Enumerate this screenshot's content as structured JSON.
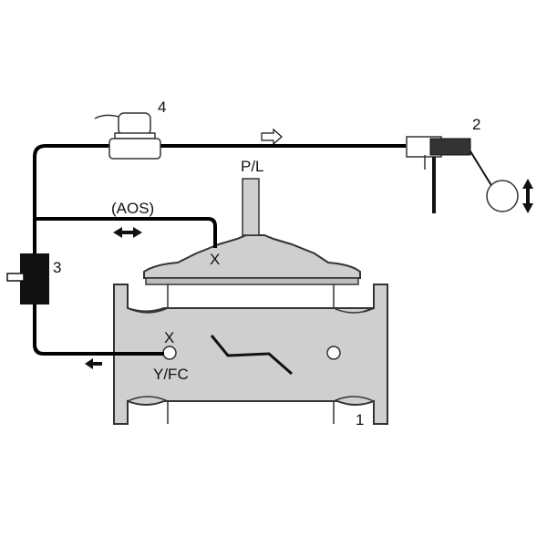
{
  "labels": {
    "valve_number": "1",
    "float_pilot_number": "2",
    "cock_number": "3",
    "solenoid_number": "4",
    "pilot_line": "P/L",
    "aos": "(AOS)",
    "port_x_top": "X",
    "port_x_body": "X",
    "port_yfc": "Y/FC"
  },
  "colors": {
    "body_fill": "#cfcfcf",
    "outline": "#333333",
    "tubing": "#000000",
    "background": "#ffffff"
  },
  "icons": {
    "flow_arrow": "hollow-right-arrow",
    "bidirectional": "double-arrow",
    "drain": "left-arrow",
    "float_motion": "up-down-arrow"
  }
}
